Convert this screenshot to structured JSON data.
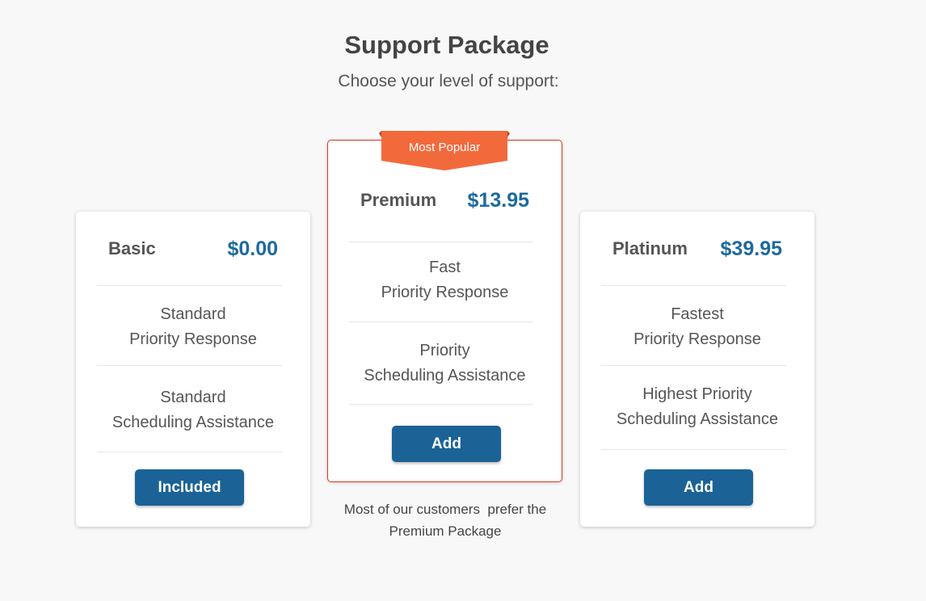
{
  "header": {
    "title": "Support Package",
    "subtitle": "Choose your level of support:"
  },
  "plans": {
    "basic": {
      "name": "Basic",
      "price": "$0.00",
      "feature1": [
        "Standard",
        "Priority Response"
      ],
      "feature2": [
        "Standard",
        "Scheduling Assistance"
      ],
      "button_label": "Included"
    },
    "premium": {
      "ribbon": "Most Popular",
      "name": "Premium",
      "price": "$13.95",
      "feature1": [
        "Fast",
        "Priority Response"
      ],
      "feature2": [
        "Priority",
        "Scheduling Assistance"
      ],
      "button_label": "Add"
    },
    "platinum": {
      "name": "Platinum",
      "price": "$39.95",
      "feature1": [
        "Fastest",
        "Priority Response"
      ],
      "feature2": [
        "Highest Priority",
        "Scheduling Assistance"
      ],
      "button_label": "Add"
    }
  },
  "footnote": [
    "Most of our customers  prefer the",
    "Premium Package"
  ],
  "colors": {
    "price": "#1d6a9c",
    "button": "#1b6396",
    "ribbon": "#f26a3c",
    "highlight_border": "#e0351a",
    "background": "#f8f8f8"
  }
}
